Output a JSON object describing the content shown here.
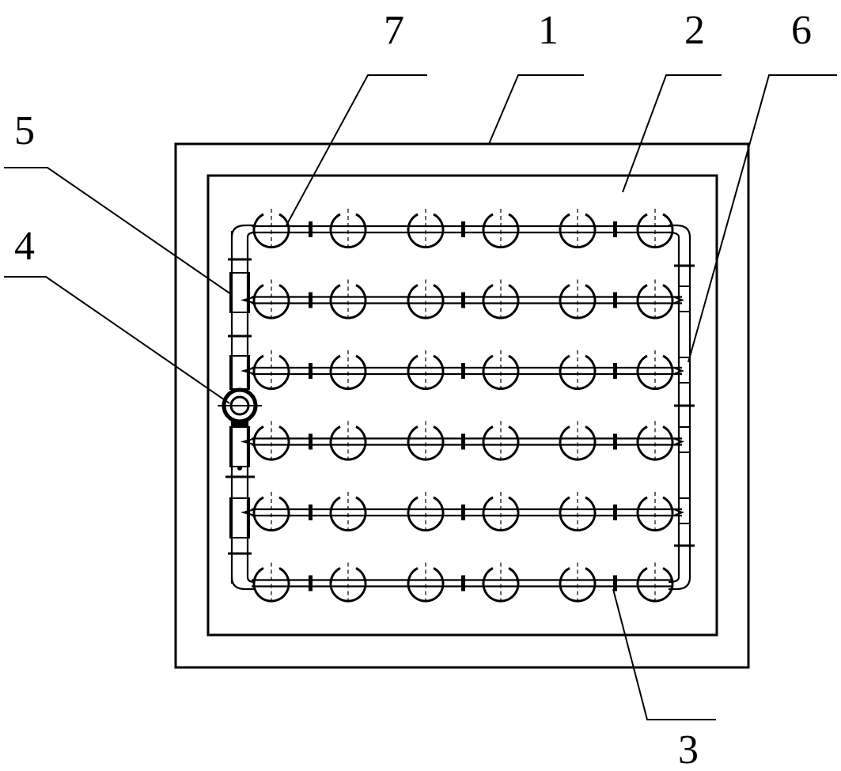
{
  "callouts": {
    "c7": "7",
    "c1": "1",
    "c2": "2",
    "c6": "6",
    "c5": "5",
    "c4": "4",
    "c3": "3"
  },
  "figure": {
    "pipe_rows": 6,
    "nozzles_per_row": 6
  }
}
